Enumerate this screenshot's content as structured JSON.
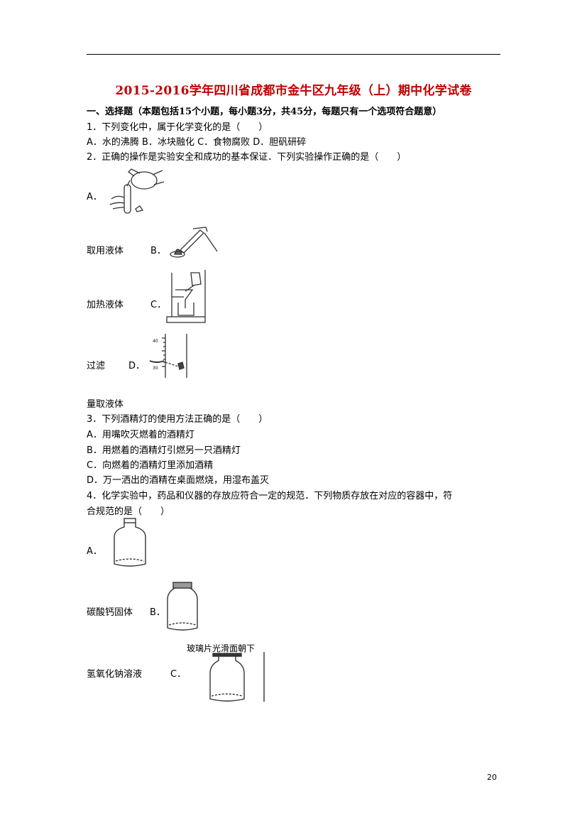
{
  "title": "2015-2016学年四川省成都市金牛区九年级（上）期中化学试卷",
  "section_heading": "一、选择题（本题包括15个小题，每小题3分，共45分，每题只有一个选项符合题意）",
  "q1": {
    "stem": "1．下列变化中，属于化学变化的是（　　）",
    "options": "A．水的沸腾 B．冰块融化 C．食物腐败 D．胆矾研碎"
  },
  "q2": {
    "stem": "2．正确的操作是实验安全和成功的基本保证．下列实验操作正确的是（　　）",
    "label_a": "A．",
    "caption_a": "取用液体",
    "label_b": "B．",
    "caption_b": "加热液体",
    "label_c": "C．",
    "caption_c": "过滤",
    "label_d": "D．",
    "caption_d": "量取液体",
    "cylinder_ticks": [
      "40",
      "30"
    ]
  },
  "q3": {
    "stem": "3．下列酒精灯的使用方法正确的是（　　）",
    "a": "A．用嘴吹灭燃着的酒精灯",
    "b": "B．用燃着的酒精灯引燃另一只酒精灯",
    "c": "C．向燃着的酒精灯里添加酒精",
    "d": "D．万一洒出的酒精在桌面燃烧，用湿布盖灭"
  },
  "q4": {
    "stem_line1": "4．化学实验中，药品和仪器的存放应符合一定的规范．下列物质存放在对应的容器中，符",
    "stem_line2": "合规范的是（　　）",
    "label_a": "A．",
    "caption_a": "碳酸钙固体",
    "label_b": "B．",
    "caption_b": "氢氧化钠溶液",
    "label_c": "C．",
    "glass_note": "玻璃片光滑面朝下"
  },
  "page_number": "20"
}
